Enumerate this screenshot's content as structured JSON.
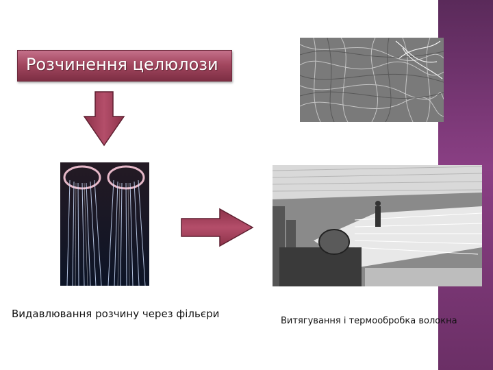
{
  "title": "Розчинення целюлози",
  "captions": {
    "extrusion": "Видавлювання розчину через фільєри",
    "drawing": "Витягування і термообробка волокна"
  },
  "images": {
    "fibers_micrograph": "fiber-micrograph-image",
    "spinnerets": "spinneret-photo",
    "factory": "textile-factory-photo"
  },
  "colors": {
    "arrow": "#a8435e",
    "title_box": "#a3475f",
    "side_bar": "#7a3a74"
  }
}
